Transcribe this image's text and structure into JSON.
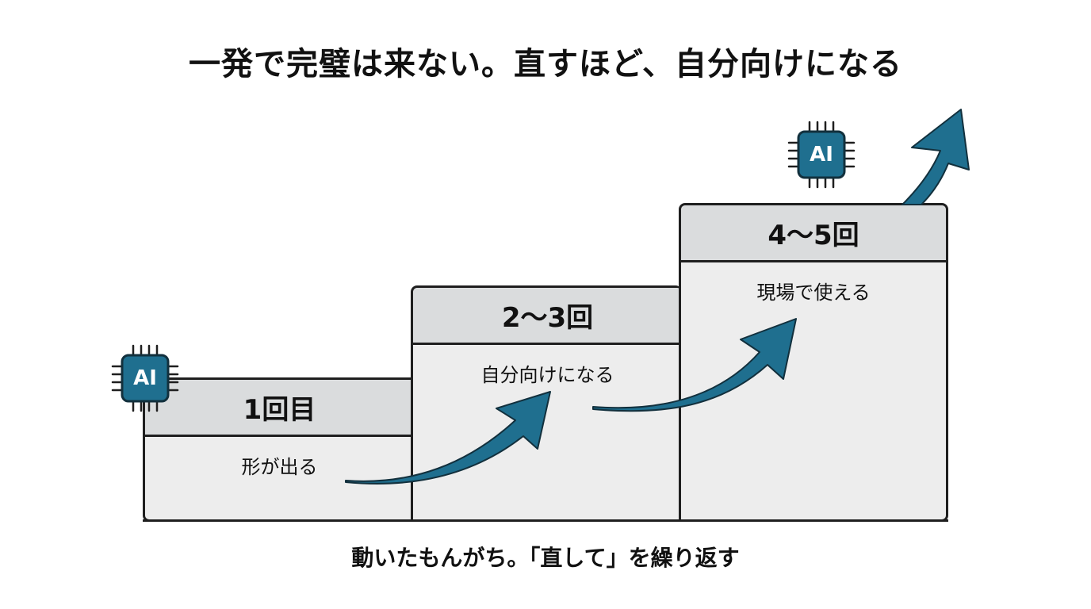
{
  "title": "一発で完璧は来ない。直すほど、自分向けになる",
  "steps": [
    {
      "label": "1回目",
      "description": "形が出る"
    },
    {
      "label": "2〜3回",
      "description": "自分向けになる"
    },
    {
      "label": "4〜5回",
      "description": "現場で使える"
    }
  ],
  "chips": [
    {
      "label": "AI"
    },
    {
      "label": "AI"
    }
  ],
  "caption": "動いたもんがち。「直して」を繰り返す",
  "colors": {
    "accent": "#1f6f8f",
    "chip": "#1f6f8f",
    "panel": "#ededed",
    "header": "#dadcdd",
    "outline": "#1f1f1f"
  }
}
